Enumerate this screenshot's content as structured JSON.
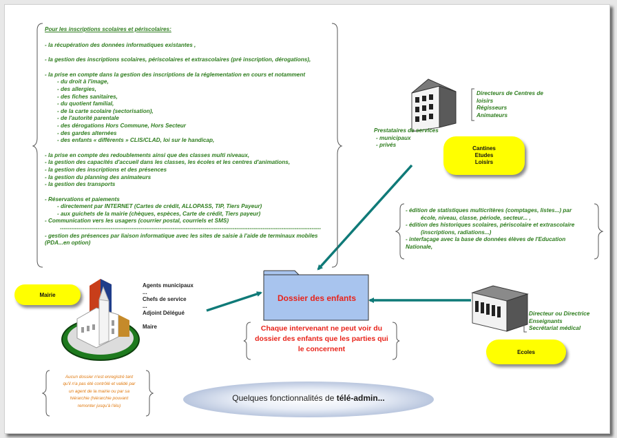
{
  "inscriptions_block": {
    "title": "Pour les  inscriptions scolaires et périscolaires:",
    "line1": "- la récupération des données informatiques existantes ,",
    "line2": "- la gestion des inscriptions scolaires, périscolaires et extrascolaires (pré inscription, dérogations),",
    "line3": "- la prise en compte dans la gestion des inscriptions de la réglementation en cours et notamment",
    "regs": [
      "- du droit à l'image,",
      "- des allergies,",
      "- des fiches sanitaires,",
      "- du quotient familial,",
      "- de la carte scolaire (sectorisation),",
      "- de l'autorité parentale",
      "- des dérogations Hors Commune, Hors Secteur",
      "- des gardes alternées",
      "- des enfants « différents » CLIS/CLAD, loi sur le handicap,"
    ],
    "mgmt": [
      "- la prise en compte des redoublements ainsi que des classes multi niveaux,",
      "- la gestion des capacités d'accueil dans les classes, les écoles et les centres d'animations,",
      "- la gestion des inscriptions et des présences",
      "- la gestion du planning des animateurs",
      "- la gestion des transports"
    ],
    "reservations": "- Réservations et paiements",
    "pay": [
      "- directement par INTERNET (Cartes de crédit, ALLOPASS, TIP, Tiers Payeur)",
      "- aux guichets de la mairie (chèques, espèces, Carte de crédit, Tiers payeur)"
    ],
    "communication": "- Communication vers les usagers  (courrier postal, courriels et  SMS)",
    "separator": "-------------------------------------------------------------------------------------------------------------------------------------------",
    "presence_line1": "- gestion des présences par liaison informatique avec les sites de saisie à l'aide de terminaux mobiles",
    "presence_line2": "(PDA...en option)"
  },
  "stats_block": {
    "lines": [
      "- édition de statistiques multicritères (comptages, listes...) par",
      "école, niveau, classe, période, secteur... ,",
      "- édition des historiques scolaires, périscolaire et extrascolaire",
      "(inscriptions, radiations...)",
      "- interfaçage avec la base de données élèves de l'Education",
      "Nationale,"
    ]
  },
  "prestataires": {
    "staff": [
      "Directeurs de Centres de",
      "loisirs",
      "Régisseurs",
      "Animateurs"
    ],
    "label": "Prestataires de services",
    "types": [
      "- municipaux",
      "- privés"
    ],
    "badge": [
      "Cantines",
      "Etudes",
      "Loisirs"
    ]
  },
  "mairie": {
    "badge": "Mairie",
    "staff": [
      "Agents municipaux",
      "...",
      "Chefs de service",
      "...",
      "Adjoint Délégué",
      "",
      "Maire"
    ]
  },
  "ecoles": {
    "badge": "Ecoles",
    "staff": [
      "Directeur ou Directrice",
      "Enseignants",
      "Secrétariat médical"
    ]
  },
  "dossier": {
    "label": "Dossier des enfants",
    "note": [
      "Chaque intervenant ne peut voir du",
      "dossier des enfants que les parties qui",
      "le concernent"
    ]
  },
  "validation_note": [
    "Aucun dossier n'est enregistré tant",
    "qu'il n'a pas été contrôlé et validé par",
    "un agent de la mairie ou par sa",
    "hiérarchie (hiérarchie pouvant",
    "remonter jusqu'à l'élu)"
  ],
  "footer": {
    "prefix": "Quelques fonctionnalités de ",
    "bold": "télé-admin..."
  },
  "colors": {
    "green_text": "#2e7d1e",
    "arrow": "#0f7a78",
    "dossier_label": "#e8231a",
    "note_orange": "#e07a10",
    "badge_yellow": "#ffff00",
    "folder_blue": "#a8c4ee"
  }
}
